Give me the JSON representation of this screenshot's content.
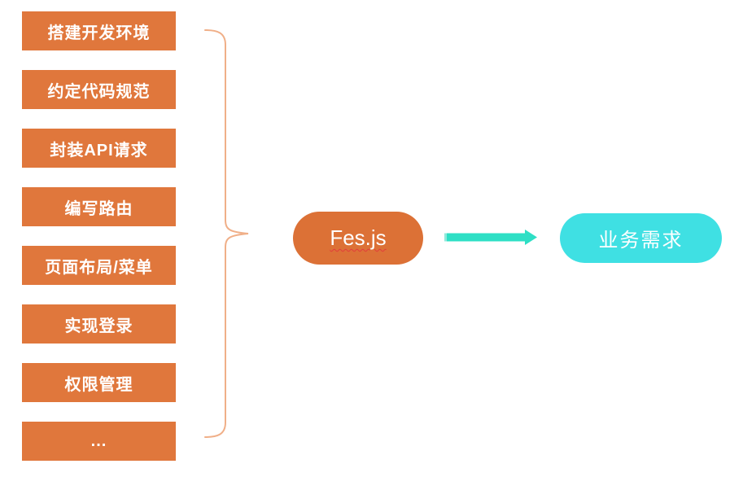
{
  "diagram": {
    "left_tasks": [
      {
        "label": "搭建开发环境"
      },
      {
        "label": "约定代码规范"
      },
      {
        "label": "封装API请求"
      },
      {
        "label": "编写路由"
      },
      {
        "label": "页面布局/菜单"
      },
      {
        "label": "实现登录"
      },
      {
        "label": "权限管理"
      },
      {
        "label": "..."
      }
    ],
    "center_node": {
      "label": "Fes.js"
    },
    "right_node": {
      "label": "业务需求"
    },
    "colors": {
      "background": "#FFFFFF",
      "task_box": "#E0773C",
      "center_node": "#DC7136",
      "right_node": "#3FE0E3",
      "arrow": "#2EDFC5",
      "brace": "#F0AF88",
      "text": "#FFFFFF"
    }
  }
}
